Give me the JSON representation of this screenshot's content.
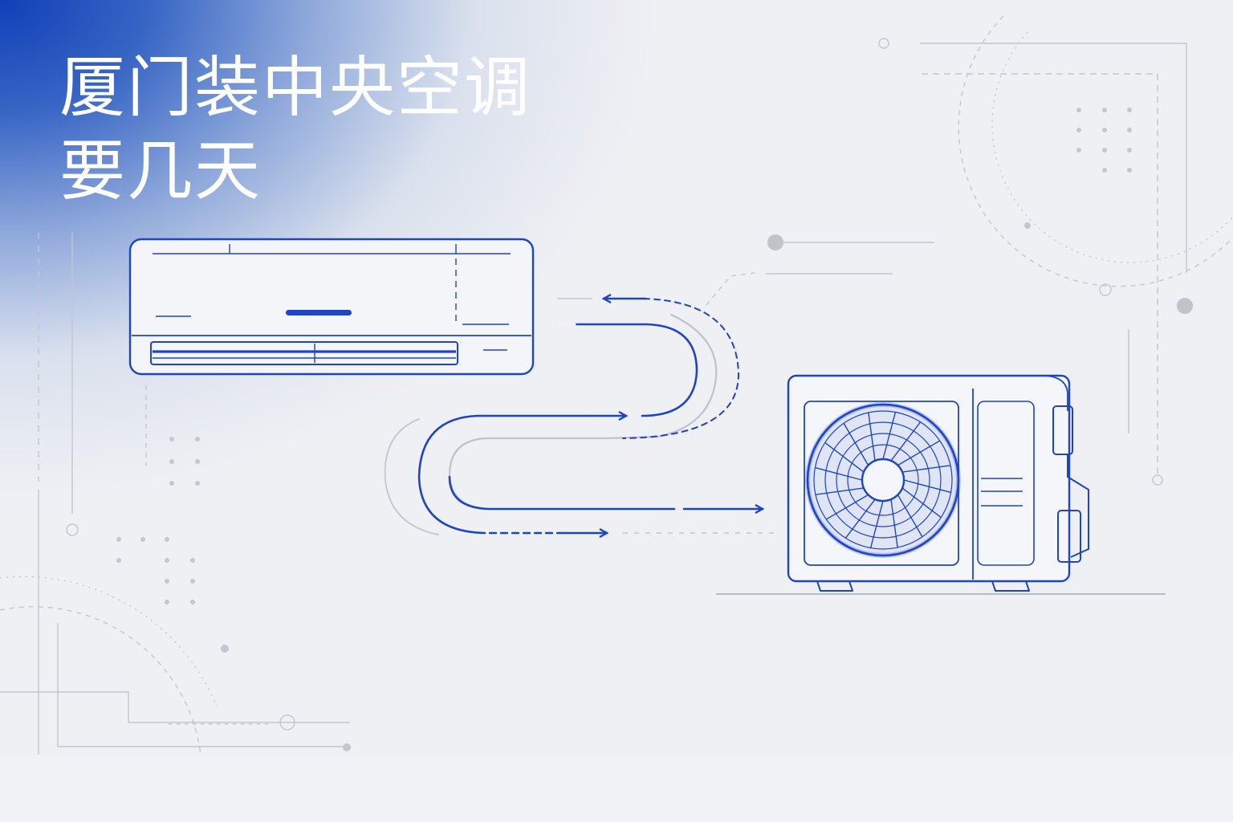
{
  "title": {
    "line1": "厦门装中央空调",
    "line2": "要几天"
  },
  "colors": {
    "accent_blue": "#1f45c2",
    "deep_blue": "#1040b8",
    "line_gray": "#b9bcc4",
    "background": "#eff0f4"
  },
  "illustration": {
    "indoor_unit": "wall-mounted-ac-indoor-unit",
    "outdoor_unit": "ac-outdoor-condenser-unit",
    "flow": "refrigerant-pipe-flow-arrows"
  }
}
